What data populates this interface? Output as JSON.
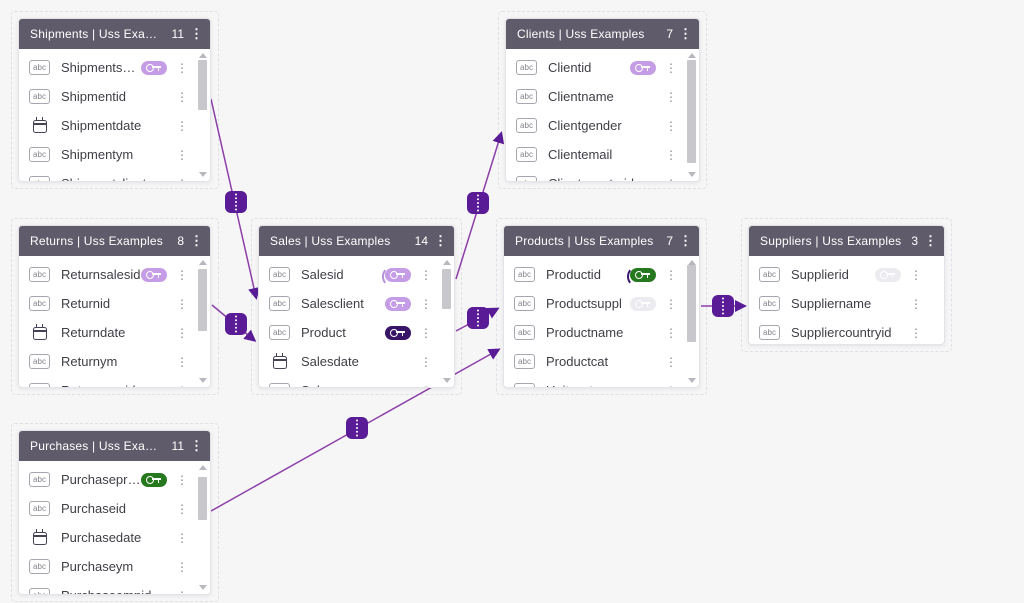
{
  "diagram": {
    "colors": {
      "canvas_bg": "#f6f6f7",
      "table_header_bg": "#605b6b",
      "connector_line": "#8d3fa8",
      "connector_badge": "#5a1b96",
      "key_light_purple": "#c59ce6",
      "key_dark_purple": "#381566",
      "key_green": "#27791f",
      "key_gray": "#ececf0"
    },
    "tables": [
      {
        "name": "Shipments",
        "title": "Shipments  |  Uss Exampl...",
        "count": "11",
        "rows": [
          {
            "name": "Shipmentsalesid",
            "icon": "text-abc-icon",
            "key": "key-light-purple"
          },
          {
            "name": "Shipmentid",
            "icon": "text-abc-icon",
            "key": ""
          },
          {
            "name": "Shipmentdate",
            "icon": "calendar-icon",
            "key": ""
          },
          {
            "name": "Shipmentym",
            "icon": "text-abc-icon",
            "key": ""
          },
          {
            "name": "Shipmentclient",
            "icon": "text-abc-icon",
            "key": ""
          }
        ]
      },
      {
        "name": "Clients",
        "title": "Clients  |  Uss Examples",
        "count": "7",
        "rows": [
          {
            "name": "Clientid",
            "icon": "text-abc-icon",
            "key": "key-light-purple"
          },
          {
            "name": "Clientname",
            "icon": "text-abc-icon",
            "key": ""
          },
          {
            "name": "Clientgender",
            "icon": "text-abc-icon",
            "key": ""
          },
          {
            "name": "Clientemail",
            "icon": "text-abc-icon",
            "key": ""
          },
          {
            "name": "Clientcountryid",
            "icon": "text-abc-icon",
            "key": ""
          }
        ]
      },
      {
        "name": "Returns",
        "title": "Returns  |  Uss Examples",
        "count": "8",
        "rows": [
          {
            "name": "Returnsalesid",
            "icon": "text-abc-icon",
            "key": "key-light-purple"
          },
          {
            "name": "Returnid",
            "icon": "text-abc-icon",
            "key": ""
          },
          {
            "name": "Returndate",
            "icon": "calendar-icon",
            "key": ""
          },
          {
            "name": "Returnym",
            "icon": "text-abc-icon",
            "key": ""
          },
          {
            "name": "Returnempid",
            "icon": "text-abc-icon",
            "key": ""
          }
        ]
      },
      {
        "name": "Sales",
        "title": "Sales  |  Uss Examples",
        "count": "14",
        "rows": [
          {
            "name": "Salesid",
            "icon": "text-abc-icon",
            "key": "key-light-purple-paren"
          },
          {
            "name": "Salesclient",
            "icon": "text-abc-icon",
            "key": "key-light-purple"
          },
          {
            "name": "Product",
            "icon": "text-abc-icon",
            "key": "key-dark-purple"
          },
          {
            "name": "Salesdate",
            "icon": "calendar-icon",
            "key": ""
          },
          {
            "name": "Salesym",
            "icon": "text-abc-icon",
            "key": ""
          }
        ]
      },
      {
        "name": "Products",
        "title": "Products  |  Uss Examples",
        "count": "7",
        "rows": [
          {
            "name": "Productid",
            "icon": "text-abc-icon",
            "key": "key-green-paren"
          },
          {
            "name": "Productsuppl",
            "icon": "text-abc-icon",
            "key": "key-gray"
          },
          {
            "name": "Productname",
            "icon": "text-abc-icon",
            "key": ""
          },
          {
            "name": "Productcat",
            "icon": "text-abc-icon",
            "key": ""
          },
          {
            "name": "Unitcost",
            "icon": "numeric-icon",
            "key": ""
          }
        ]
      },
      {
        "name": "Suppliers",
        "title": "Suppliers  |  Uss Examples",
        "count": "3",
        "rows": [
          {
            "name": "Supplierid",
            "icon": "text-abc-icon",
            "key": "key-gray"
          },
          {
            "name": "Suppliername",
            "icon": "text-abc-icon",
            "key": ""
          },
          {
            "name": "Suppliercountryid",
            "icon": "text-abc-icon",
            "key": ""
          }
        ]
      },
      {
        "name": "Purchases",
        "title": "Purchases  |  Uss Exampl...",
        "count": "11",
        "rows": [
          {
            "name": "Purchaseproduct",
            "icon": "text-abc-icon",
            "key": "key-green"
          },
          {
            "name": "Purchaseid",
            "icon": "text-abc-icon",
            "key": ""
          },
          {
            "name": "Purchasedate",
            "icon": "calendar-icon",
            "key": ""
          },
          {
            "name": "Purchaseym",
            "icon": "text-abc-icon",
            "key": ""
          },
          {
            "name": "Purchaseempid",
            "icon": "text-abc-icon",
            "key": ""
          }
        ]
      }
    ],
    "connections": [
      {
        "from": "Shipments",
        "to": "Sales"
      },
      {
        "from": "Returns",
        "to": "Sales"
      },
      {
        "from": "Sales",
        "to": "Clients"
      },
      {
        "from": "Sales",
        "to": "Products"
      },
      {
        "from": "Purchases",
        "to": "Products"
      },
      {
        "from": "Products",
        "to": "Suppliers"
      }
    ]
  }
}
